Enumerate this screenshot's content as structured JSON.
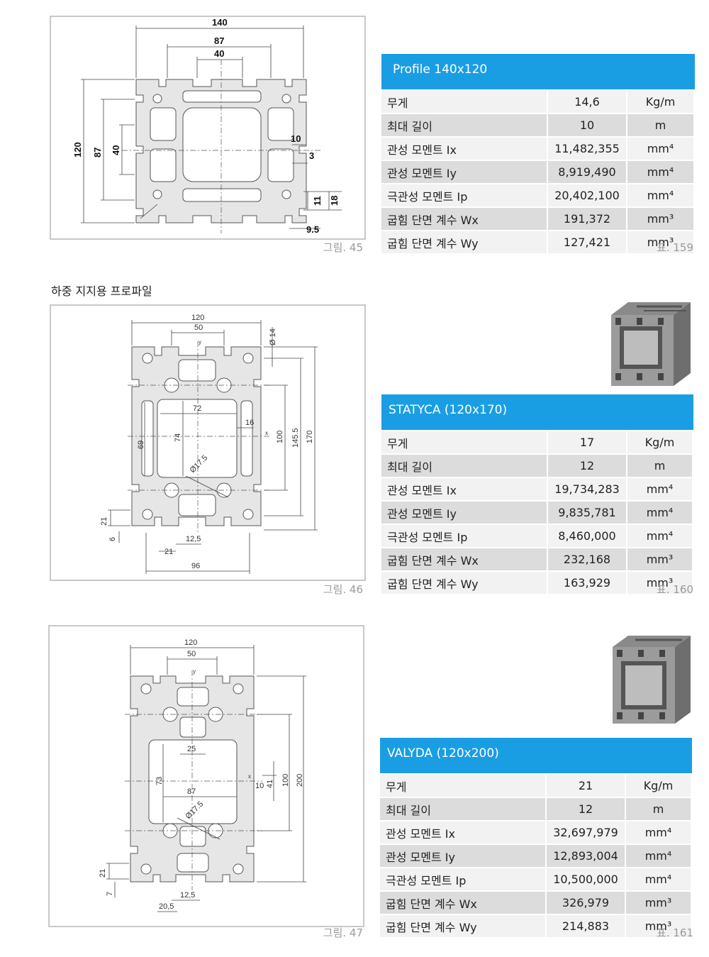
{
  "figures": [
    {
      "caption": "그림. 45",
      "dims": [
        "140",
        "87",
        "40",
        "120",
        "87",
        "40",
        "10",
        "3",
        "11",
        "18",
        "9.5"
      ]
    },
    {
      "caption": "그림. 46",
      "dims": [
        "120",
        "50",
        "Ø 14",
        "72",
        "16",
        "74",
        "69",
        "100",
        "145.5",
        "170",
        "Ø17.5",
        "21",
        "6",
        "12,5",
        "21",
        "96",
        "y",
        "x"
      ]
    },
    {
      "caption": "그림. 47",
      "dims": [
        "120",
        "50",
        "25",
        "73",
        "87",
        "10",
        "41",
        "100",
        "200",
        "Ø17.5",
        "21",
        "7",
        "12,5",
        "20,5",
        "y",
        "x"
      ]
    }
  ],
  "section_heading": "하중 지지용 프로파일",
  "tables": [
    {
      "title": "Profile 140x120",
      "caption": "표. 159",
      "rows": [
        {
          "label": "무게",
          "value": "14,6",
          "unit": "Kg/m"
        },
        {
          "label": "최대 길이",
          "value": "10",
          "unit": "m"
        },
        {
          "label": "관성 모멘트 Ix",
          "value": "11,482,355",
          "unit": "mm⁴"
        },
        {
          "label": "관성 모멘트 Iy",
          "value": "8,919,490",
          "unit": "mm⁴"
        },
        {
          "label": "극관성 모멘트 Ip",
          "value": "20,402,100",
          "unit": "mm⁴"
        },
        {
          "label": "굽힘 단면 계수 Wx",
          "value": "191,372",
          "unit": "mm³"
        },
        {
          "label": "굽힘 단면 계수 Wy",
          "value": "127,421",
          "unit": "mm³"
        }
      ]
    },
    {
      "title": "STATYCA (120x170)",
      "caption": "표. 160",
      "rows": [
        {
          "label": "무게",
          "value": "17",
          "unit": "Kg/m"
        },
        {
          "label": "최대 길이",
          "value": "12",
          "unit": "m"
        },
        {
          "label": "관성 모멘트 Ix",
          "value": "19,734,283",
          "unit": "mm⁴"
        },
        {
          "label": "관성 모멘트 Iy",
          "value": "9,835,781",
          "unit": "mm⁴"
        },
        {
          "label": "극관성 모멘트 Ip",
          "value": "8,460,000",
          "unit": "mm⁴"
        },
        {
          "label": "굽힘 단면 계수 Wx",
          "value": "232,168",
          "unit": "mm³"
        },
        {
          "label": "굽힘 단면 계수 Wy",
          "value": "163,929",
          "unit": "mm³"
        }
      ]
    },
    {
      "title": "VALYDA (120x200)",
      "caption": "표. 161",
      "rows": [
        {
          "label": "무게",
          "value": "21",
          "unit": "Kg/m"
        },
        {
          "label": "최대 길이",
          "value": "12",
          "unit": "m"
        },
        {
          "label": "관성 모멘트 Ix",
          "value": "32,697,979",
          "unit": "mm⁴"
        },
        {
          "label": "관성 모멘트 Iy",
          "value": "12,893,004",
          "unit": "mm⁴"
        },
        {
          "label": "극관성 모멘트 Ip",
          "value": "10,500,000",
          "unit": "mm⁴"
        },
        {
          "label": "굽힘 단면 계수 Wx",
          "value": "326,979",
          "unit": "mm³"
        },
        {
          "label": "굽힘 단면 계수 Wy",
          "value": "214,883",
          "unit": "mm³"
        }
      ]
    }
  ],
  "colors": {
    "table_header": "#1a9ee3",
    "row_light": "#f2f2f2",
    "row_dark": "#dcdcdc",
    "profile_fill": "#e6e6e6",
    "caption_gray": "#9a9a9a"
  }
}
